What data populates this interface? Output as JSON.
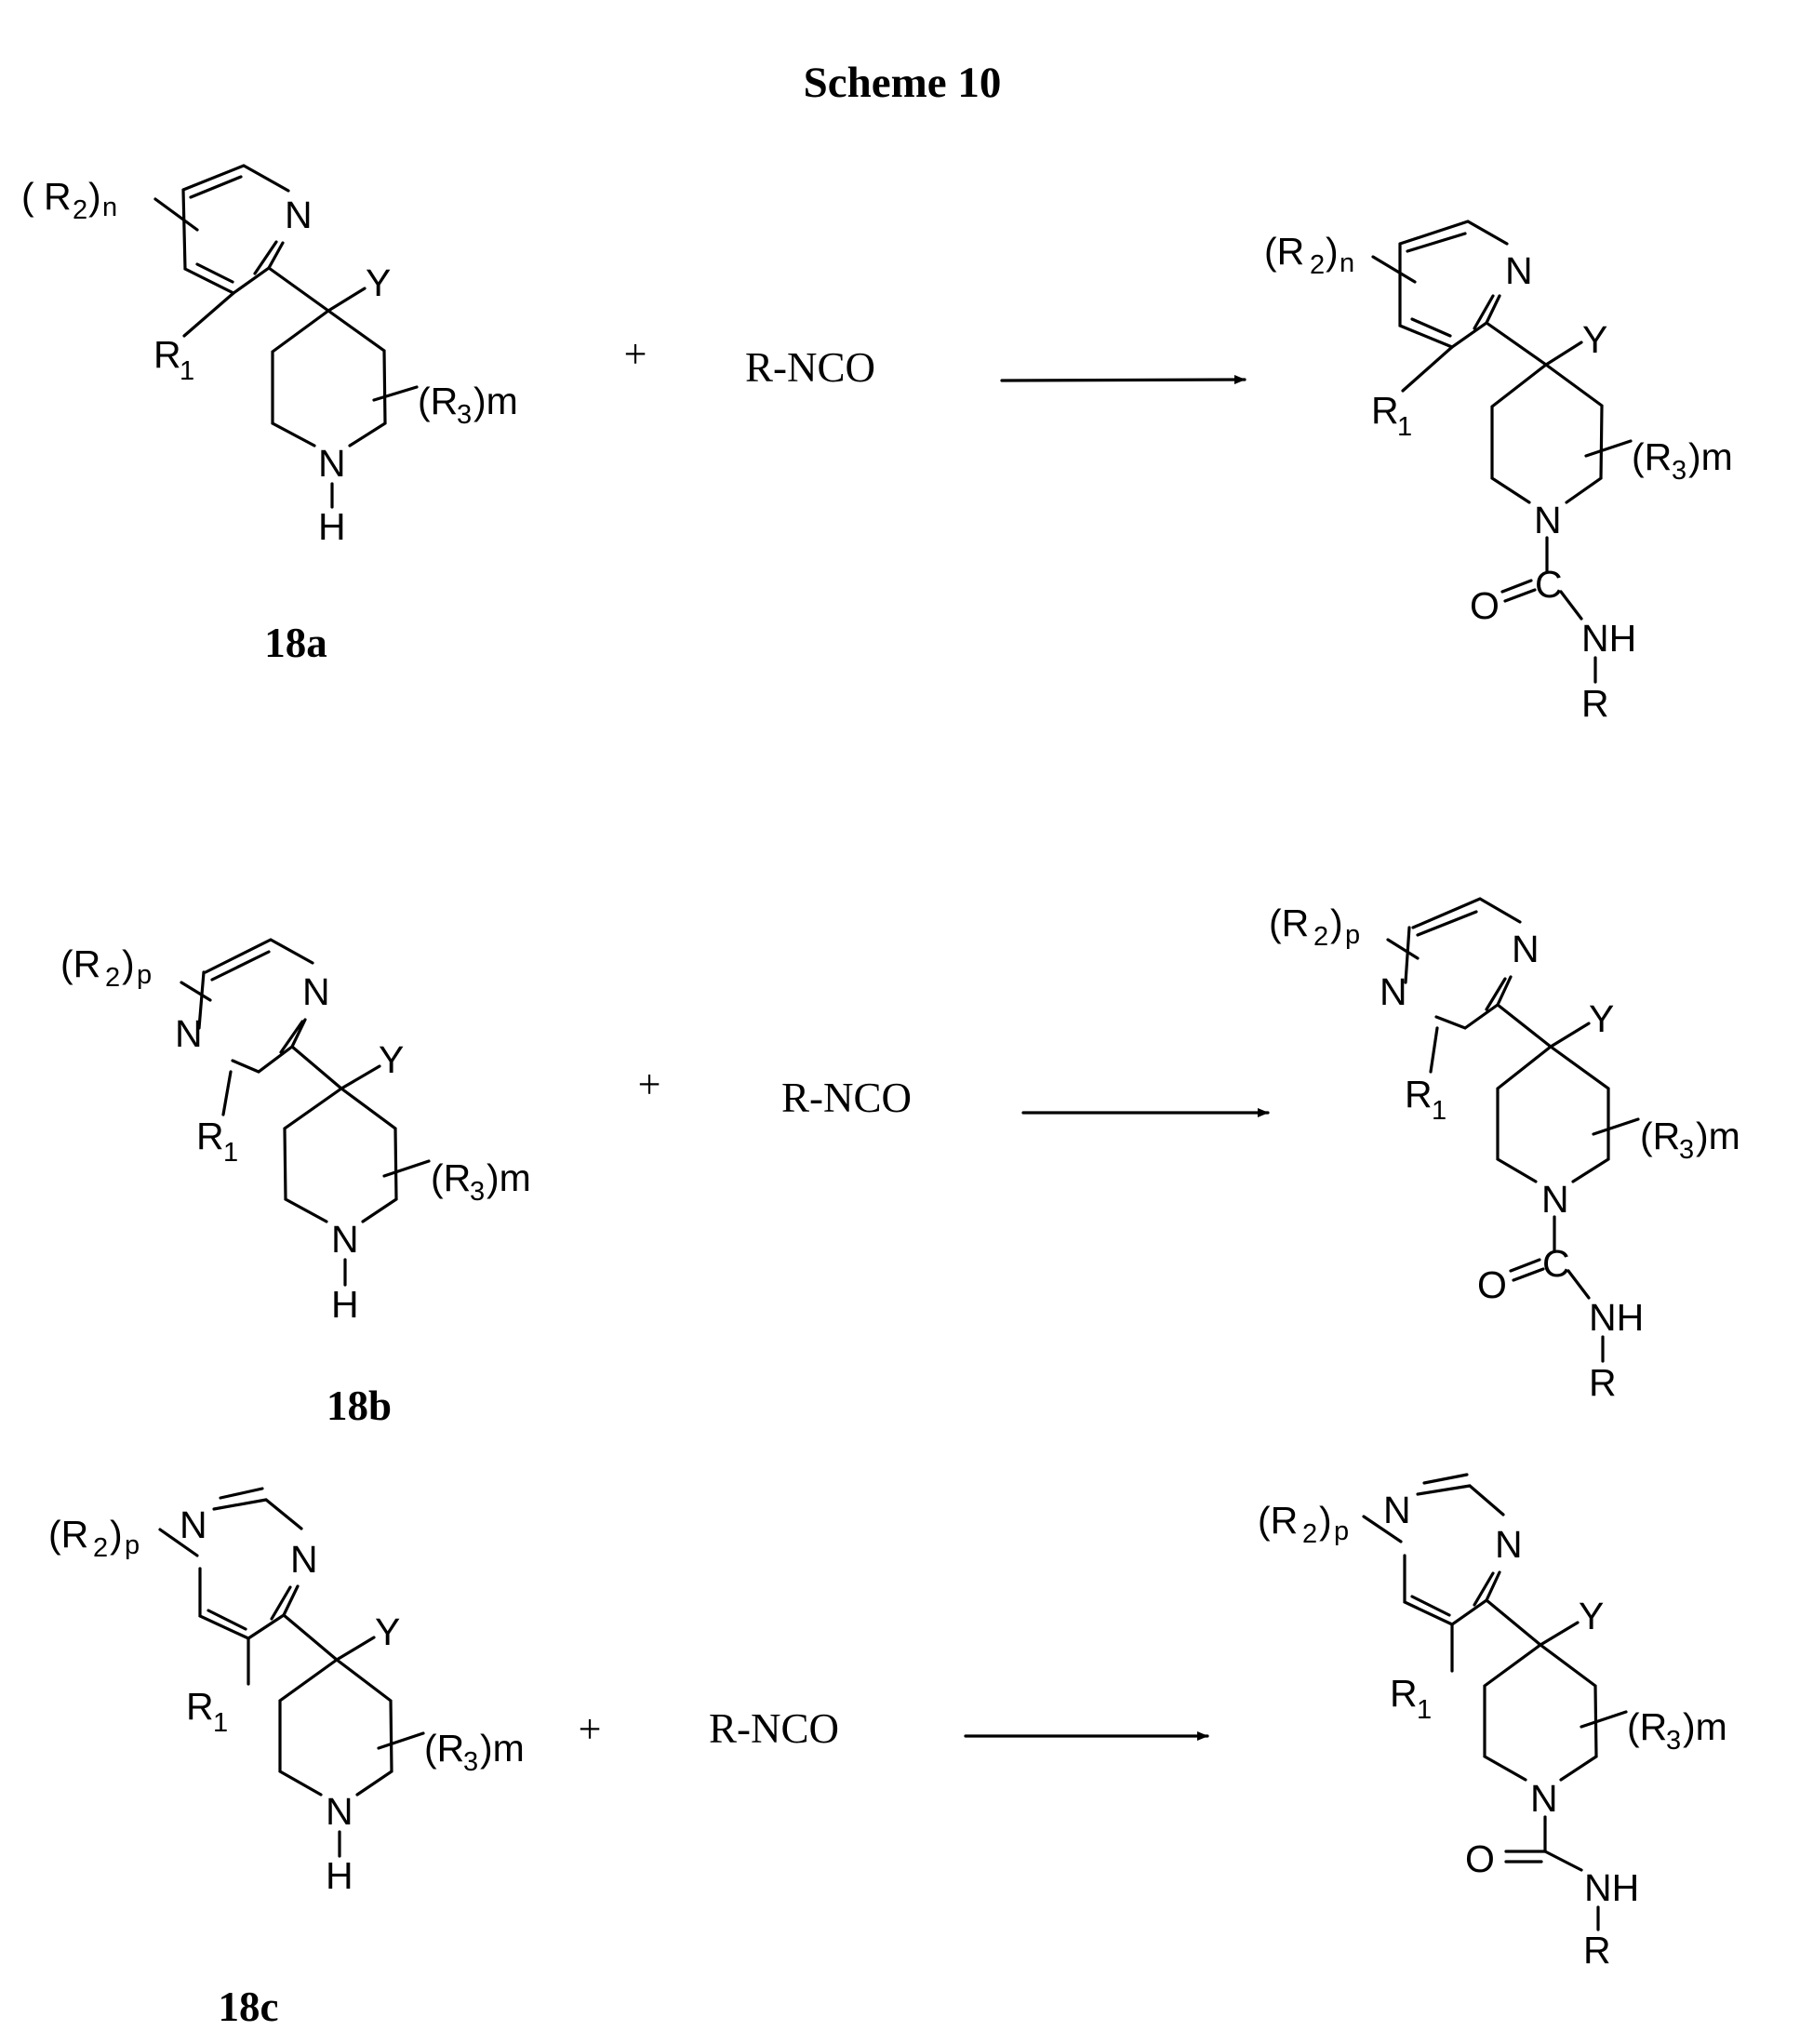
{
  "title": "Scheme 10",
  "reactions": [
    {
      "compound_label": "18a",
      "reagent": "R-NCO",
      "plus": "+",
      "starting_material": {
        "R2": "R",
        "R2_sub": "2",
        "R2_idx": "n",
        "R1": "R",
        "R1_sub": "1",
        "Y": "Y",
        "R3": "(R",
        "R3_sub": "3",
        "R3_idx": ")m",
        "N_ring": "N",
        "N_pip": "N",
        "H": "H"
      },
      "product": {
        "R2": "R",
        "R2_sub": "2",
        "R2_idx": "n",
        "R1": "R",
        "R1_sub": "1",
        "Y": "Y",
        "R3": "(R",
        "R3_sub": "3",
        "R3_idx": ")m",
        "N_ring": "N",
        "N_pip": "N",
        "O": "O",
        "C": "C",
        "NH": "NH",
        "R": "R"
      }
    },
    {
      "compound_label": "18b",
      "reagent": "R-NCO",
      "plus": "+",
      "starting_material": {
        "R2": "R",
        "R2_sub": "2",
        "R2_idx": "p",
        "R1": "R",
        "R1_sub": "1",
        "Y": "Y",
        "R3": "(R",
        "R3_sub": "3",
        "R3_idx": ")m",
        "N_ring": "N",
        "N_ring2": "N",
        "N_pip": "N",
        "H": "H"
      },
      "product": {
        "R2": "R",
        "R2_sub": "2",
        "R2_idx": "p",
        "R1": "R",
        "R1_sub": "1",
        "Y": "Y",
        "R3": "(R",
        "R3_sub": "3",
        "R3_idx": ")m",
        "N_ring": "N",
        "N_ring2": "N",
        "N_pip": "N",
        "O": "O",
        "C": "C",
        "NH": "NH",
        "R": "R"
      }
    },
    {
      "compound_label": "18c",
      "reagent": "R-NCO",
      "plus": "+",
      "starting_material": {
        "R2": "R",
        "R2_sub": "2",
        "R2_idx": "p",
        "R1": "R",
        "R1_sub": "1",
        "Y": "Y",
        "R3": "(R",
        "R3_sub": "3",
        "R3_idx": ")m",
        "N_ring": "N",
        "N_ring2": "N",
        "N_pip": "N",
        "H": "H"
      },
      "product": {
        "R2": "R",
        "R2_sub": "2",
        "R2_idx": "p",
        "R1": "R",
        "R1_sub": "1",
        "Y": "Y",
        "R3": "(R",
        "R3_sub": "3",
        "R3_idx": ")m",
        "N_ring": "N",
        "N_ring2": "N",
        "N_pip": "N",
        "O": "O",
        "NH": "NH",
        "R": "R"
      }
    }
  ]
}
